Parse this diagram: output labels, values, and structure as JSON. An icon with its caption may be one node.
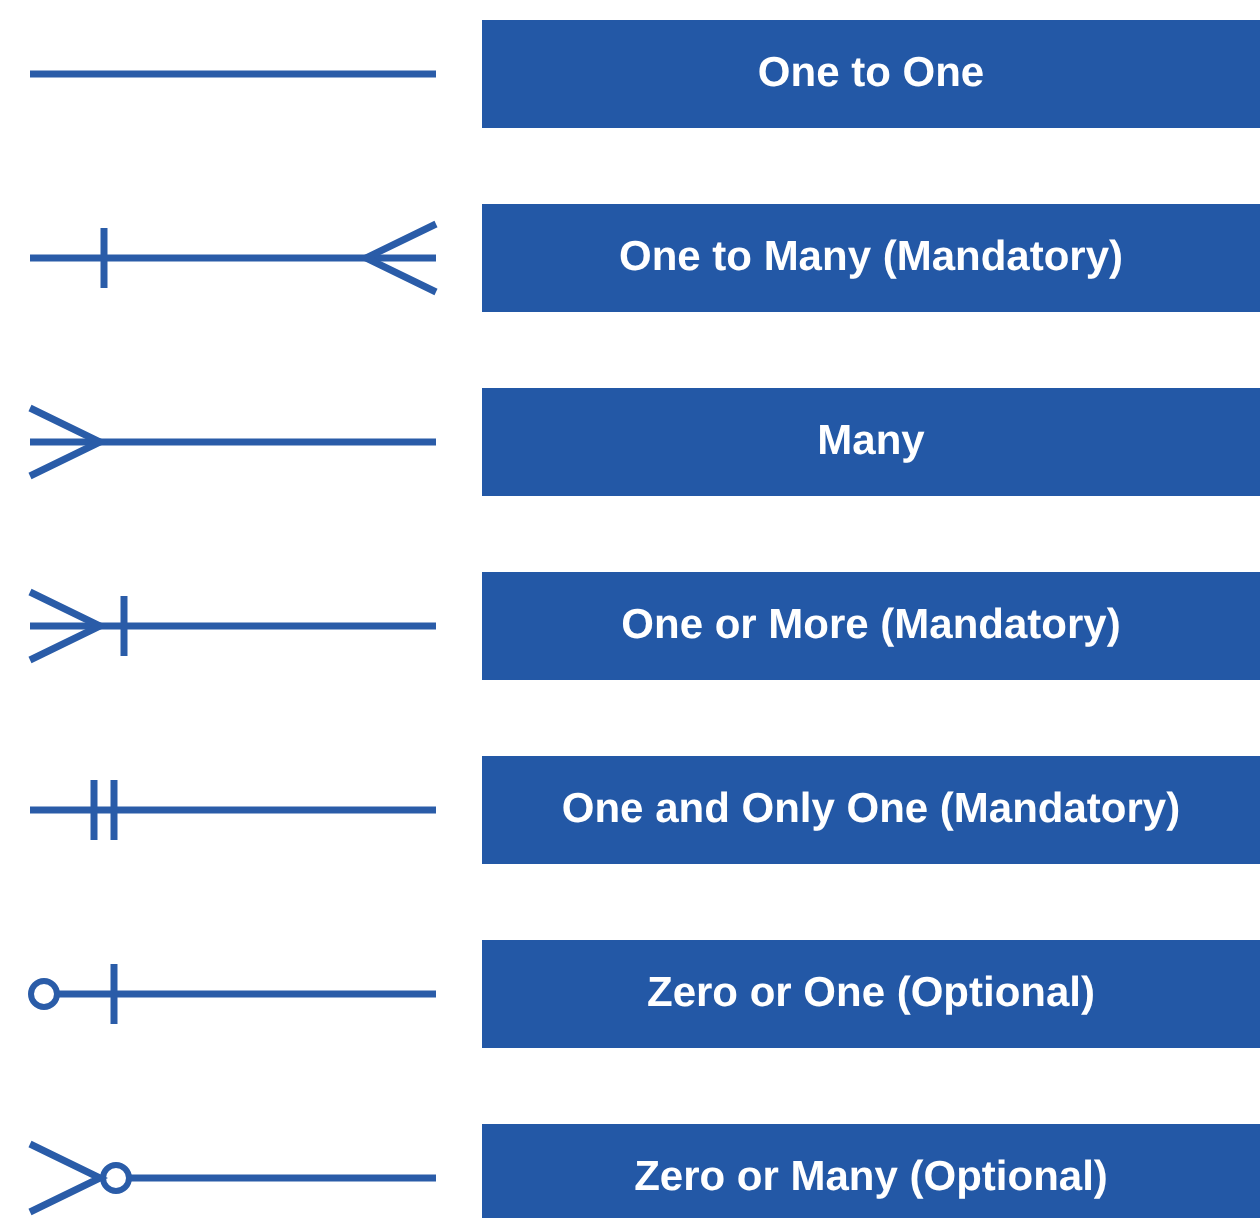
{
  "diagram": {
    "legend": [
      {
        "text": "One to One"
      },
      {
        "text": "One to Many (Mandatory)"
      },
      {
        "text": "Many"
      },
      {
        "text": "One or More (Mandatory)"
      },
      {
        "text": "One and Only One (Mandatory)"
      },
      {
        "text": "Zero or One (Optional)"
      },
      {
        "text": "Zero or Many (Optional)"
      }
    ]
  }
}
